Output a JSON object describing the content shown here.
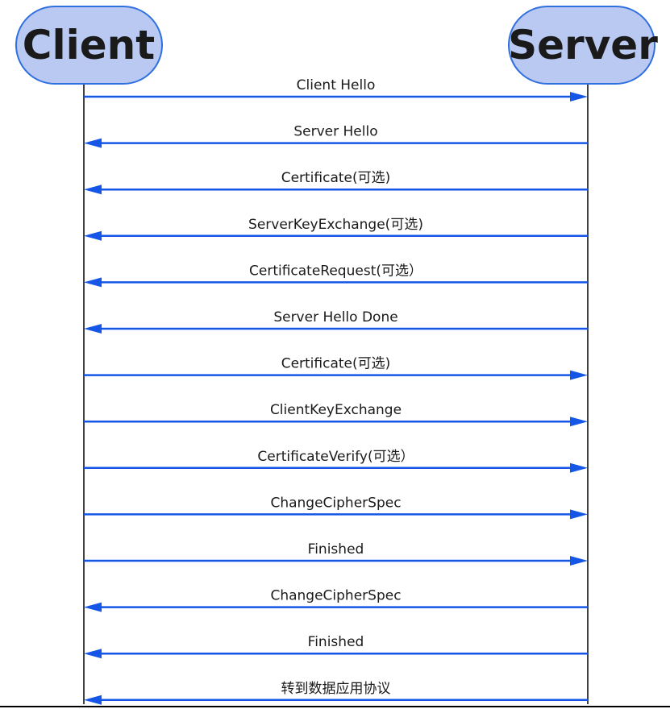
{
  "actors": {
    "client": "Client",
    "server": "Server"
  },
  "colors": {
    "actor_fill": "#b9c9f2",
    "actor_stroke": "#2f6fe0",
    "actor_text": "#1a1a1a",
    "arrow": "#1556e6",
    "lifeline": "#000000",
    "message_text": "#1a1a1a"
  },
  "messages": [
    {
      "label": "Client Hello",
      "direction": "client-to-server"
    },
    {
      "label": "Server Hello",
      "direction": "server-to-client"
    },
    {
      "label": "Certificate(可选)",
      "direction": "server-to-client"
    },
    {
      "label": "ServerKeyExchange(可选)",
      "direction": "server-to-client"
    },
    {
      "label": "CertificateRequest(可选）",
      "direction": "server-to-client"
    },
    {
      "label": "Server Hello Done",
      "direction": "server-to-client"
    },
    {
      "label": "Certificate(可选)",
      "direction": "client-to-server"
    },
    {
      "label": "ClientKeyExchange",
      "direction": "client-to-server"
    },
    {
      "label": "CertificateVerify(可选）",
      "direction": "client-to-server"
    },
    {
      "label": "ChangeCipherSpec",
      "direction": "client-to-server"
    },
    {
      "label": "Finished",
      "direction": "client-to-server"
    },
    {
      "label": "ChangeCipherSpec",
      "direction": "server-to-client"
    },
    {
      "label": "Finished",
      "direction": "server-to-client"
    },
    {
      "label": "转到数据应用协议",
      "direction": "server-to-client"
    }
  ]
}
